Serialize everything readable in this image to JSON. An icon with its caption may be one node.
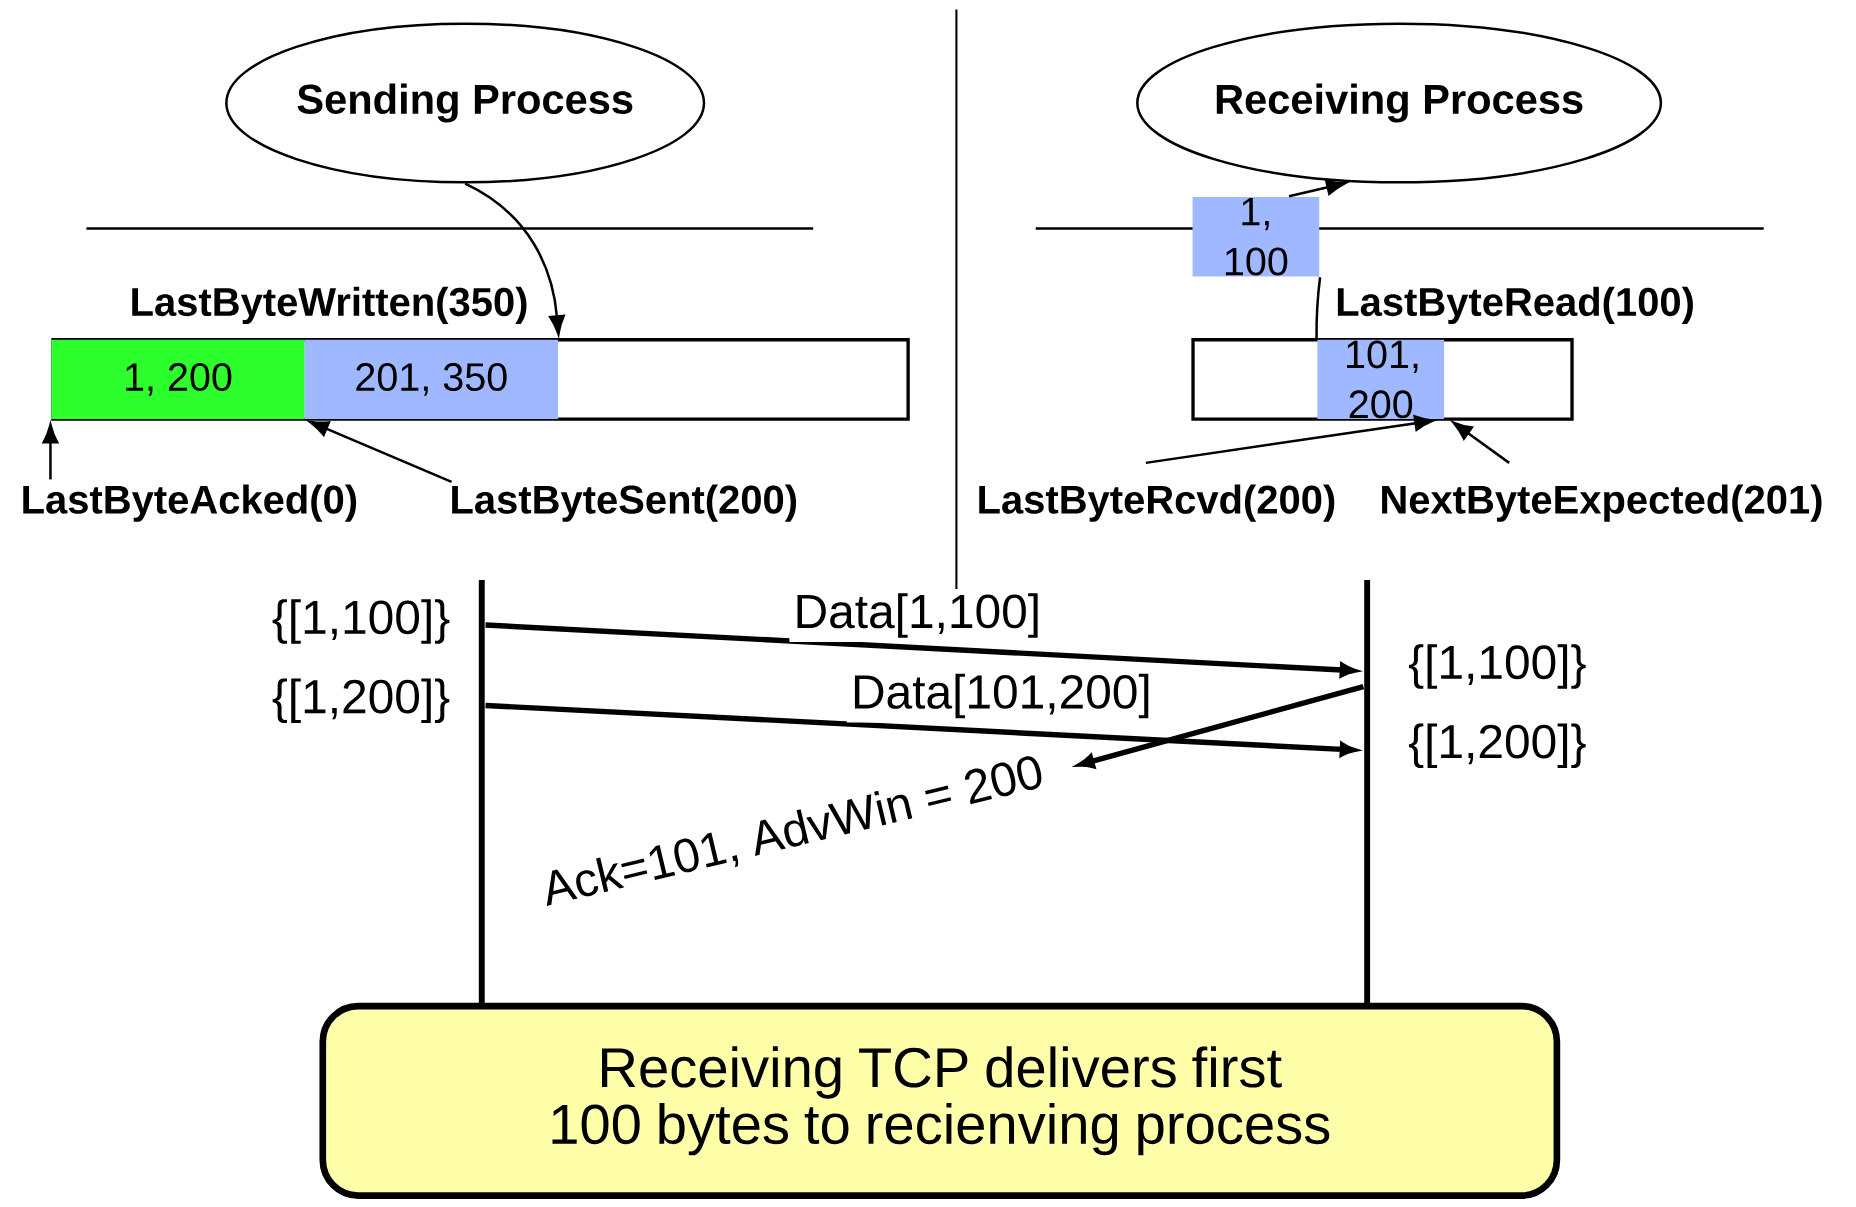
{
  "diagram": {
    "nodes": [
      {
        "text": [
          "Sending Process"
        ]
      },
      {
        "text": [
          "Receiving Process"
        ]
      },
      {
        "text": [],
        "shape": "box"
      },
      {
        "text": [
          "1, 200"
        ],
        "in": 2
      },
      {
        "text": [
          "201, 350"
        ],
        "in": 2
      },
      {
        "text": [
          "LastByteAcked(0)"
        ]
      },
      {
        "text": [
          "LastByteSent(200)"
        ]
      },
      {
        "text": [
          "1, 100"
        ]
      },
      {
        "text": [],
        "shape": "box"
      },
      {
        "text": [
          "101, 200"
        ],
        "in": 8
      },
      {
        "text": [
          "LastByteRcvd(200)"
        ]
      },
      {
        "text": [
          "NextByteExpected(201)"
        ]
      },
      {
        "text": [],
        "shape": "bar"
      },
      {
        "text": [],
        "shape": "bar"
      },
      {
        "text": [
          "Receiving TCP delivers first 100 bytes to recienving process"
        ]
      }
    ],
    "edges": [
      {
        "from": 0,
        "to": 4,
        "arrow": "to"
      },
      {
        "from": 5,
        "to": 3,
        "arrow": "to"
      },
      {
        "from": 6,
        "to": 3,
        "arrow": "to"
      },
      {
        "from": 9,
        "to": 7,
        "arrow": "none"
      },
      {
        "from": 7,
        "to": 1,
        "arrow": "to"
      },
      {
        "from": 10,
        "to": 9,
        "arrow": "to"
      },
      {
        "from": 11,
        "to": 9,
        "arrow": "to"
      },
      {
        "from": 12,
        "to": 13,
        "arrow": "to",
        "label": "Data[1,100]",
        "style": "thick"
      },
      {
        "from": 12,
        "to": 13,
        "arrow": "to",
        "label": "Data[101,200]",
        "style": "thick"
      },
      {
        "from": 13,
        "to": null,
        "arrow": "to",
        "label": "Ack=101, AdvWin = 200",
        "style": "thick"
      }
    ],
    "labels": [
      "LastByteWritten(350)",
      "LastByteRead(100)",
      "{[1,100]}",
      "{[1,200]}",
      "{[1,100]}",
      "{[1,200]}"
    ]
  }
}
